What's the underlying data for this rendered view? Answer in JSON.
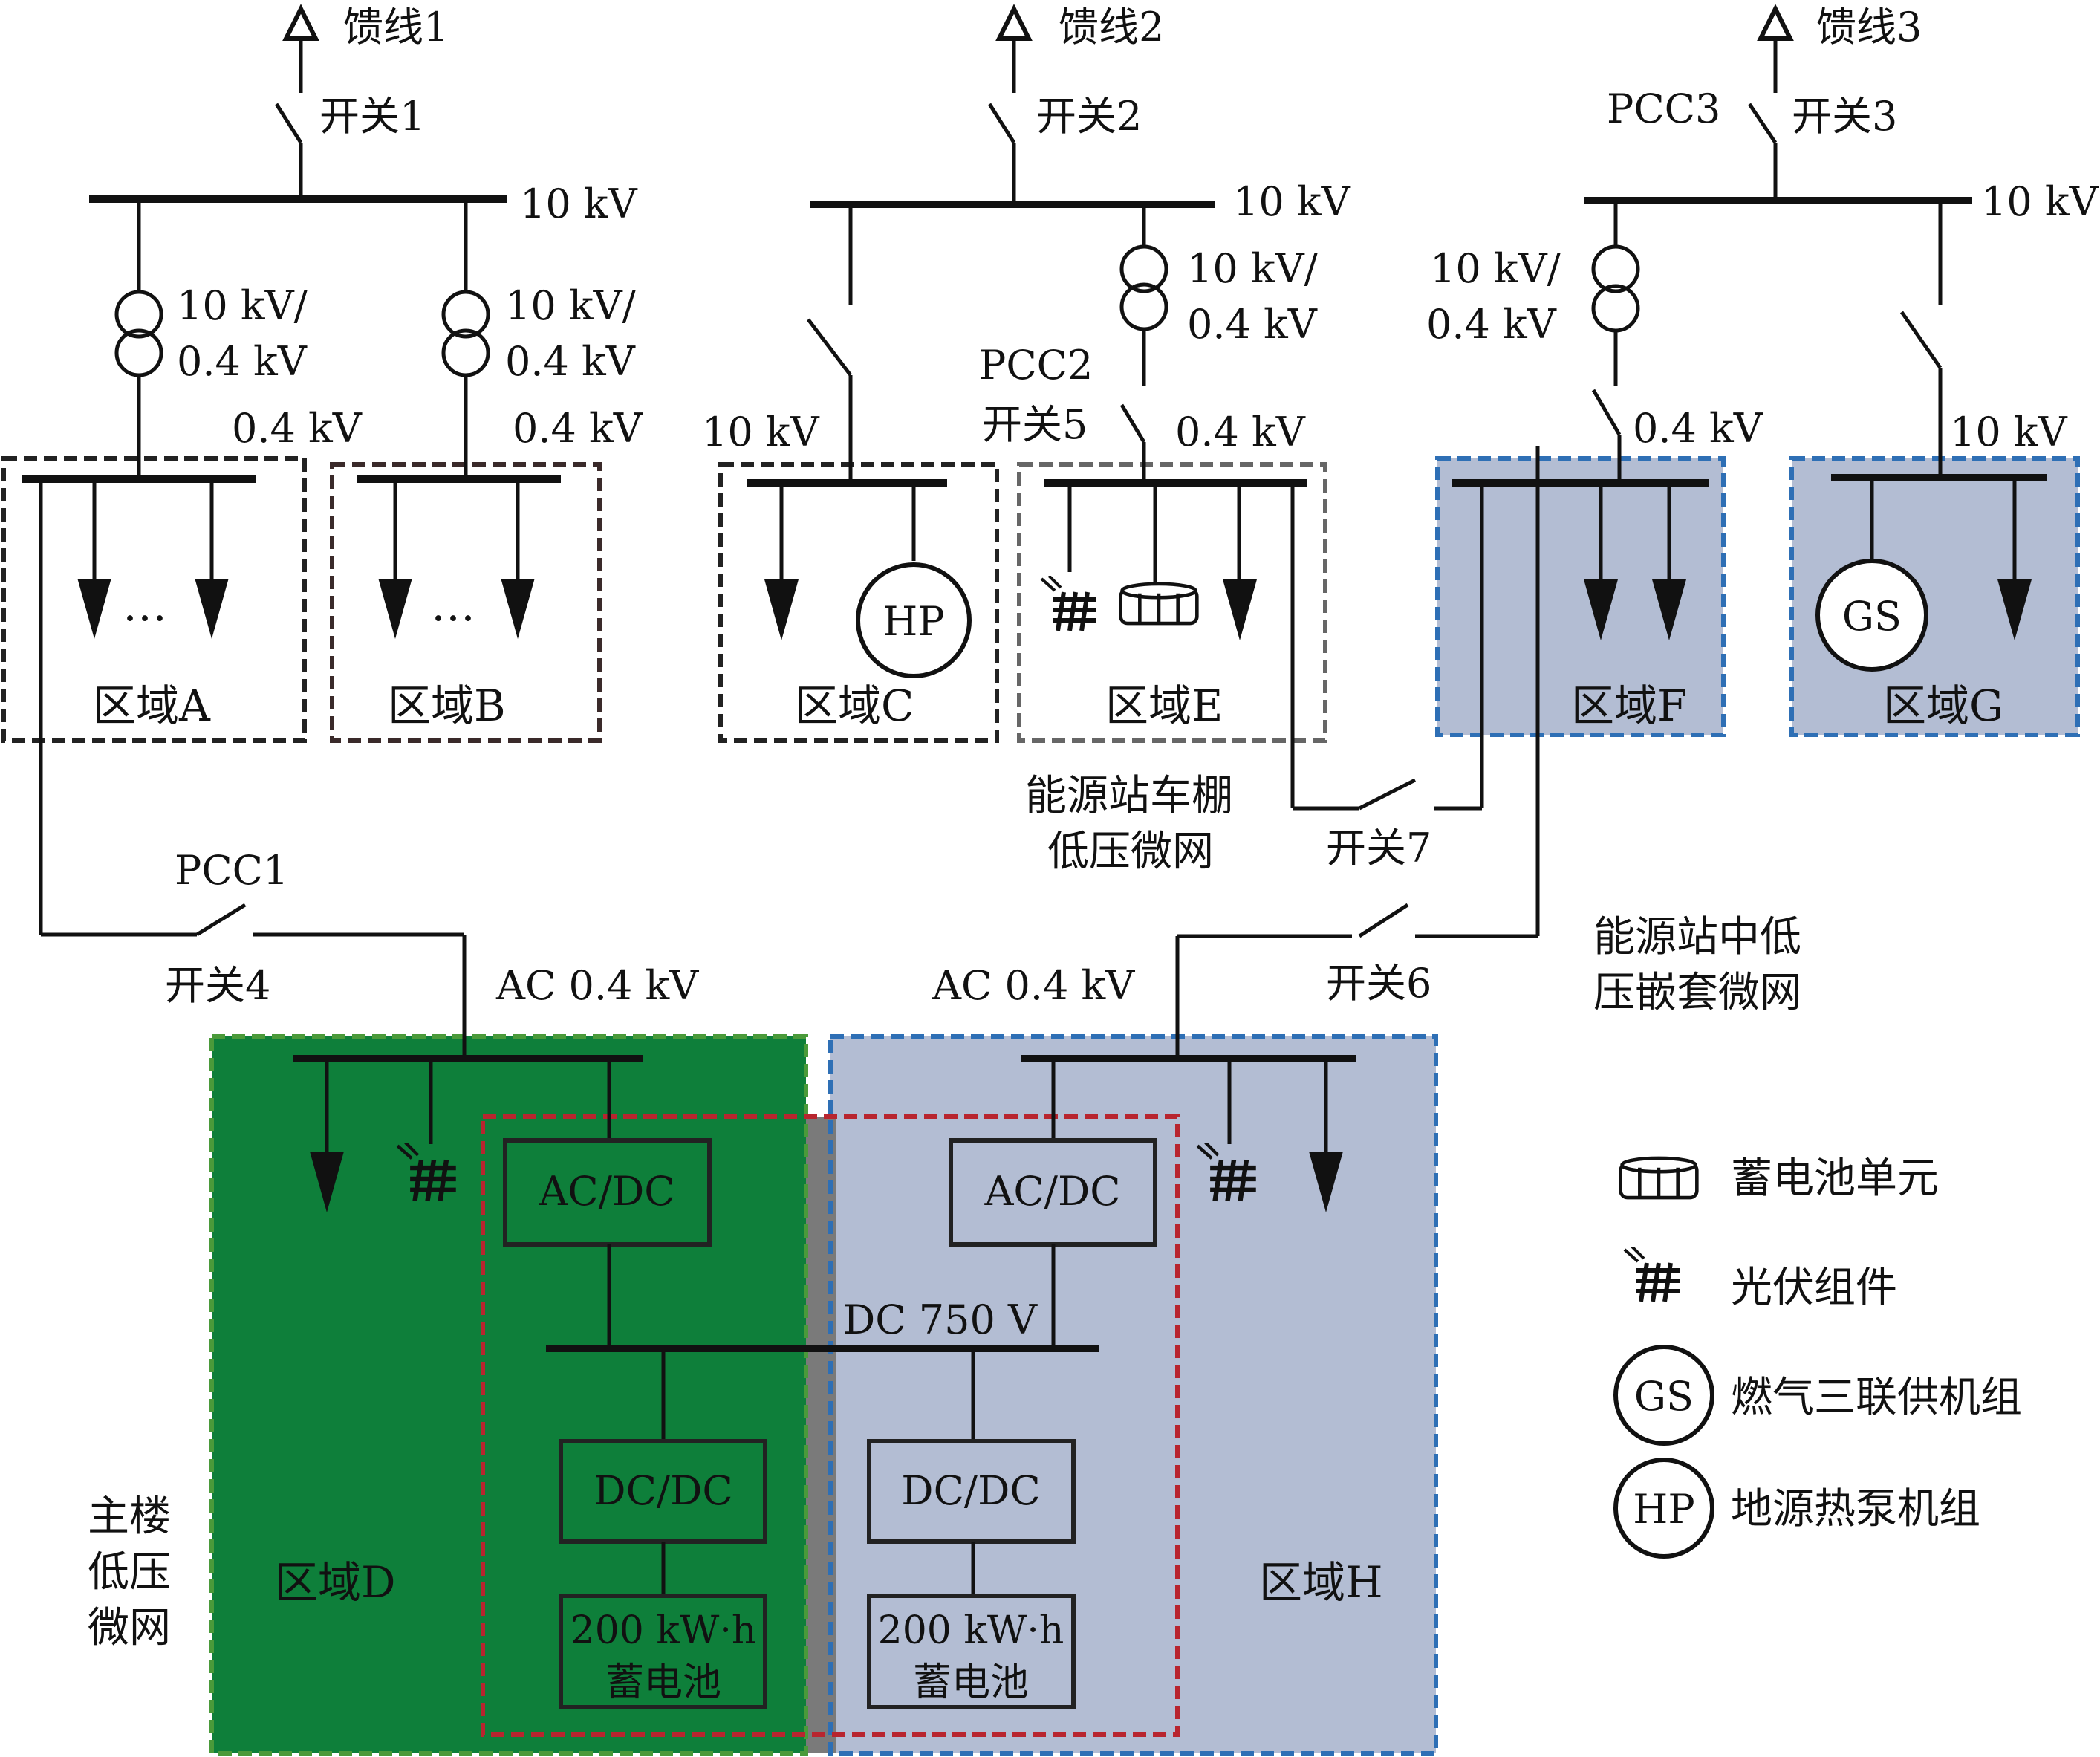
{
  "feeders": [
    {
      "label": "馈线1",
      "switch": "开关1"
    },
    {
      "label": "馈线2",
      "switch": "开关2"
    },
    {
      "label": "馈线3",
      "switch": "开关3",
      "pcc": "PCC3"
    }
  ],
  "voltages": {
    "kv10": "10 kV",
    "kv04": "0.4 kV",
    "xfmr_line1": "10 kV/",
    "xfmr_line2": "0.4 kV",
    "ac": "AC 0.4 kV",
    "dc": "DC 750 V"
  },
  "switches": {
    "pcc1": "PCC1",
    "s4": "开关4",
    "pcc2": "PCC2",
    "s5": "开关5",
    "s6": "开关6",
    "s7": "开关7"
  },
  "zones": {
    "A": "区域A",
    "B": "区域B",
    "C": "区域C",
    "D": "区域D",
    "E": "区域E",
    "F": "区域F",
    "G": "区域G",
    "H": "区域H"
  },
  "ellipsis": "…",
  "equipment": {
    "hp": "HP",
    "gs": "GS",
    "acdc": "AC/DC",
    "dcdc": "DC/DC",
    "battery_line1": "200 kW·h",
    "battery_line2": "蓄电池"
  },
  "microgrids": {
    "carport_line1": "能源站车棚",
    "carport_line2": "低压微网",
    "nested_line1": "能源站中低",
    "nested_line2": "压嵌套微网",
    "main_line1": "主楼",
    "main_line2": "低压",
    "main_line3": "微网"
  },
  "legend": [
    {
      "icon": "battery-unit-icon",
      "label": "蓄电池单元"
    },
    {
      "icon": "pv-module-icon",
      "label": "光伏组件"
    },
    {
      "icon": "gs-icon",
      "symbol": "GS",
      "label": "燃气三联供机组"
    },
    {
      "icon": "hp-icon",
      "symbol": "HP",
      "label": "地源热泵机组"
    }
  ],
  "colors": {
    "zone_green": "#0e7f3a",
    "zone_blue": "#b3bdd3",
    "blue_dash": "#2e6fb5",
    "red_dash": "#b8252f",
    "overlap": "#7a7a7a"
  }
}
